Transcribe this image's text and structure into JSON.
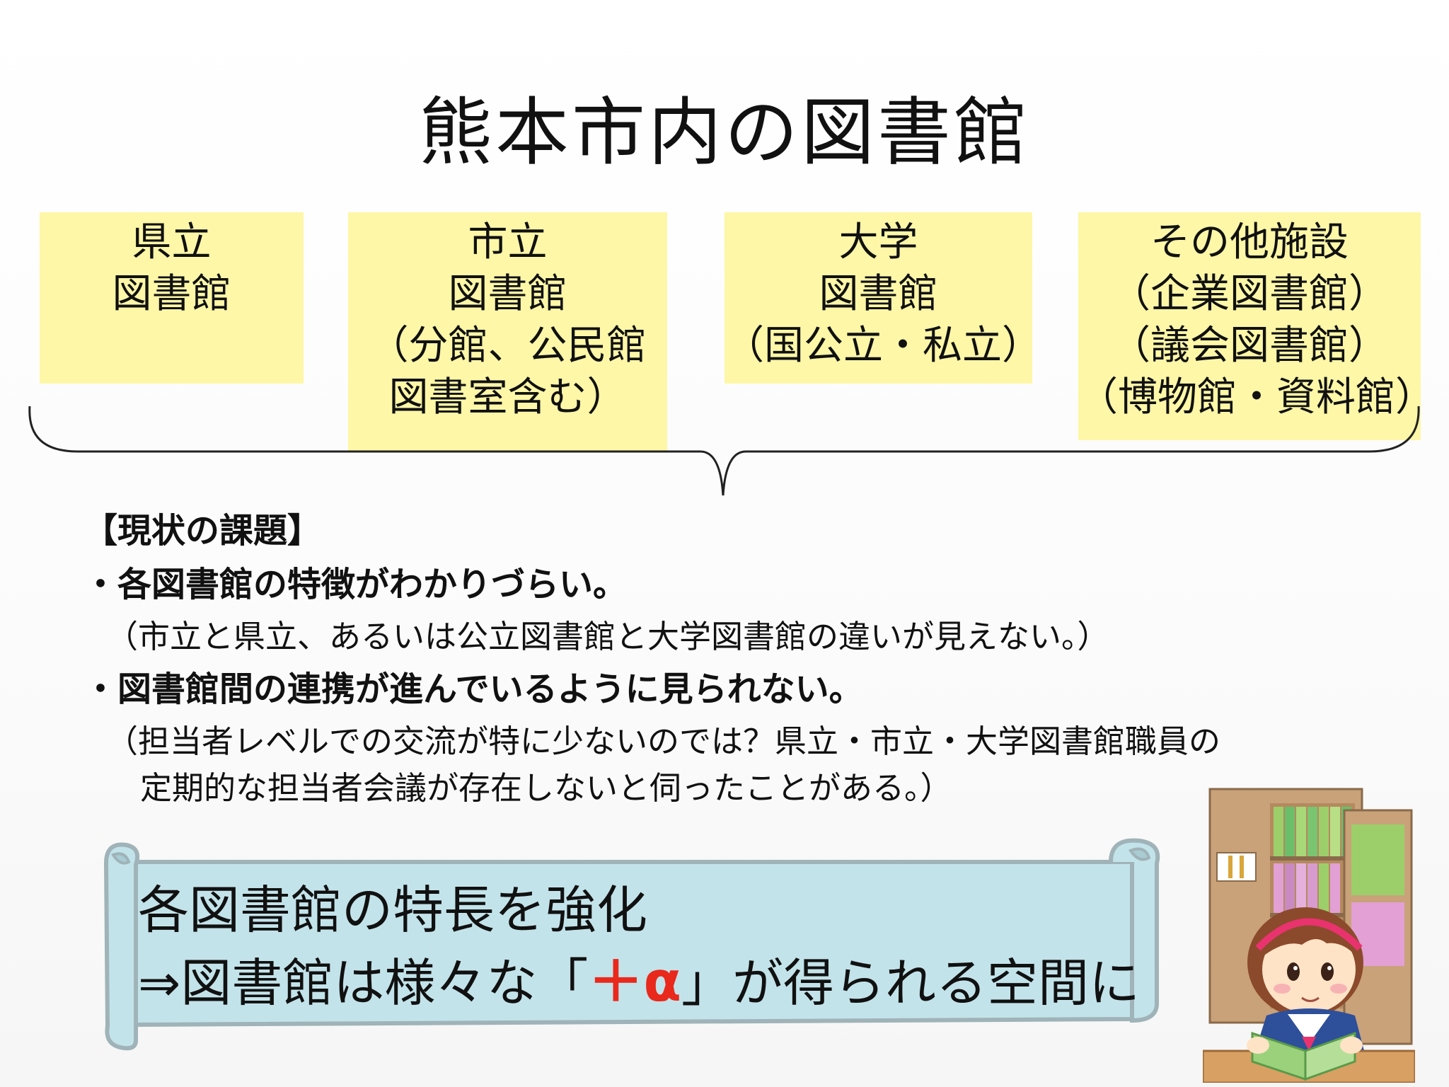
{
  "slide": {
    "title": "熊本市内の図書館"
  },
  "categories": [
    {
      "lines": [
        "県立",
        "図書館"
      ]
    },
    {
      "lines": [
        "市立",
        "図書館",
        "（分館、公民館",
        "図書室含む）"
      ]
    },
    {
      "lines": [
        "大学",
        "図書館",
        "（国公立・私立）"
      ]
    },
    {
      "lines": [
        "その他施設",
        "（企業図書館）",
        "（議会図書館）",
        "（博物館・資料館）"
      ]
    }
  ],
  "issues": {
    "heading": "【現状の課題】",
    "bullet_1": "・各図書館の特徴がわかりづらい。",
    "note_1": "（市立と県立、あるいは公立図書館と大学図書館の違いが見えない。）",
    "bullet_2": "・図書館間の連携が進んでいるように見られない。",
    "note_2_line_1": "（担当者レベルでの交流が特に少ないのでは？県立・市立・大学図書館職員の",
    "note_2_line_2": "定期的な担当者会議が存在しないと伺ったことがある。）"
  },
  "conclusion": {
    "line_1": "各図書館の特長を強化",
    "line_2_prefix": "⇒図書館は様々な「",
    "line_2_highlight": "＋α",
    "line_2_suffix": "」が得られる空間に"
  },
  "colors": {
    "box_fill": "#fdf7a7",
    "scroll_fill": "#c3e3ea",
    "scroll_border": "#9fb3b8",
    "highlight": "#e8291c"
  },
  "icons": {
    "illustration": "girl-reading-at-bookshelf"
  }
}
